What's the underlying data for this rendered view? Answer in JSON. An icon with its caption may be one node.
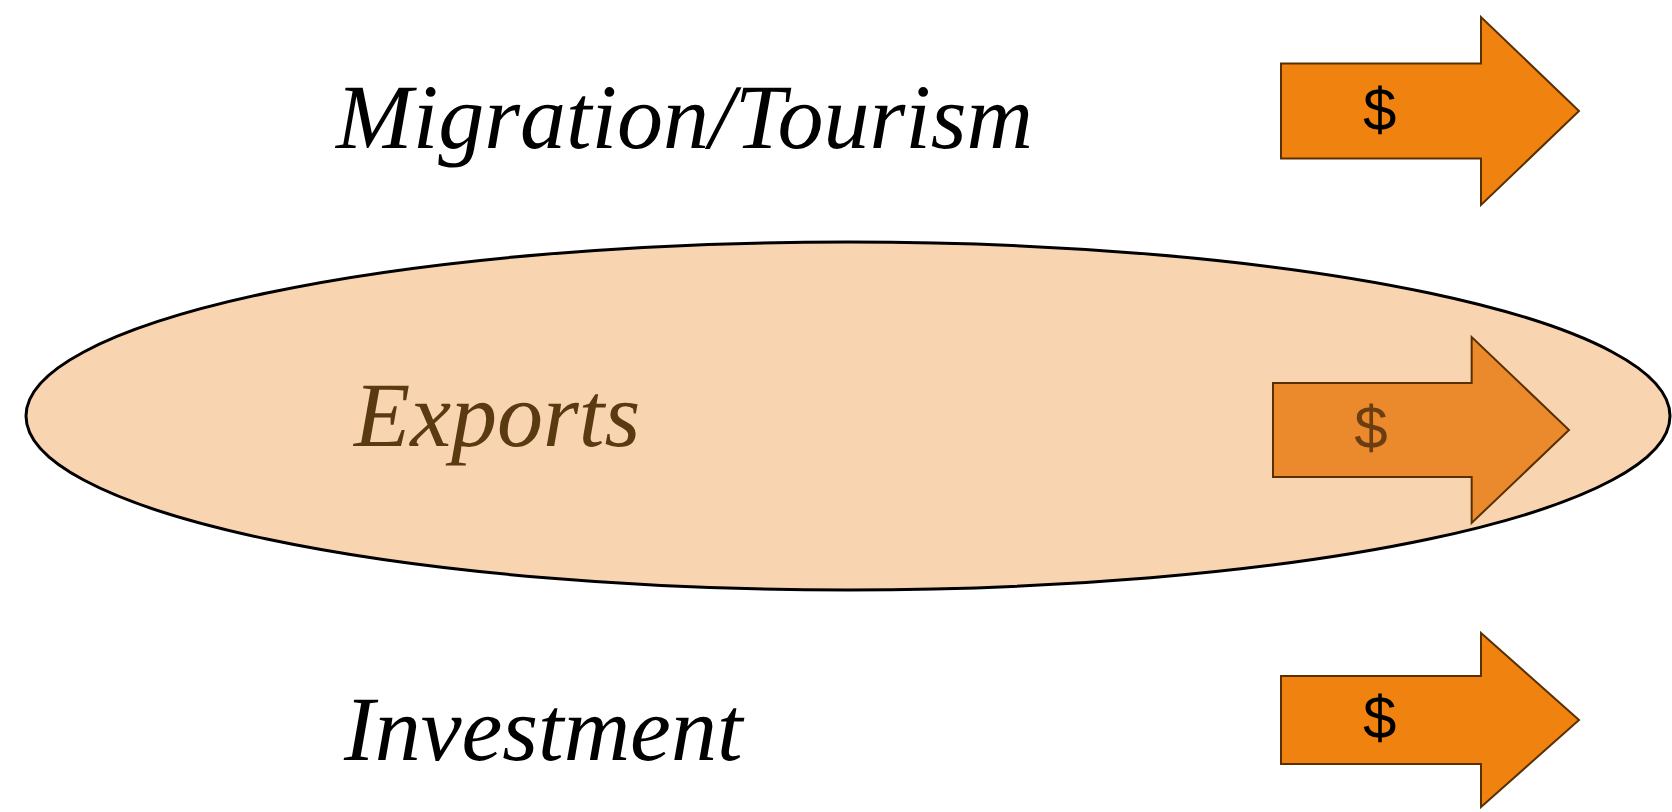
{
  "diagram": {
    "nodes": [
      {
        "text": [
          "$"
        ]
      },
      {
        "text": [
          "Exports"
        ]
      },
      {
        "text": [
          "$"
        ],
        "in": 1
      },
      {
        "text": [
          "$"
        ]
      }
    ],
    "labels": [
      "Migration/Tourism",
      "Investment"
    ]
  }
}
